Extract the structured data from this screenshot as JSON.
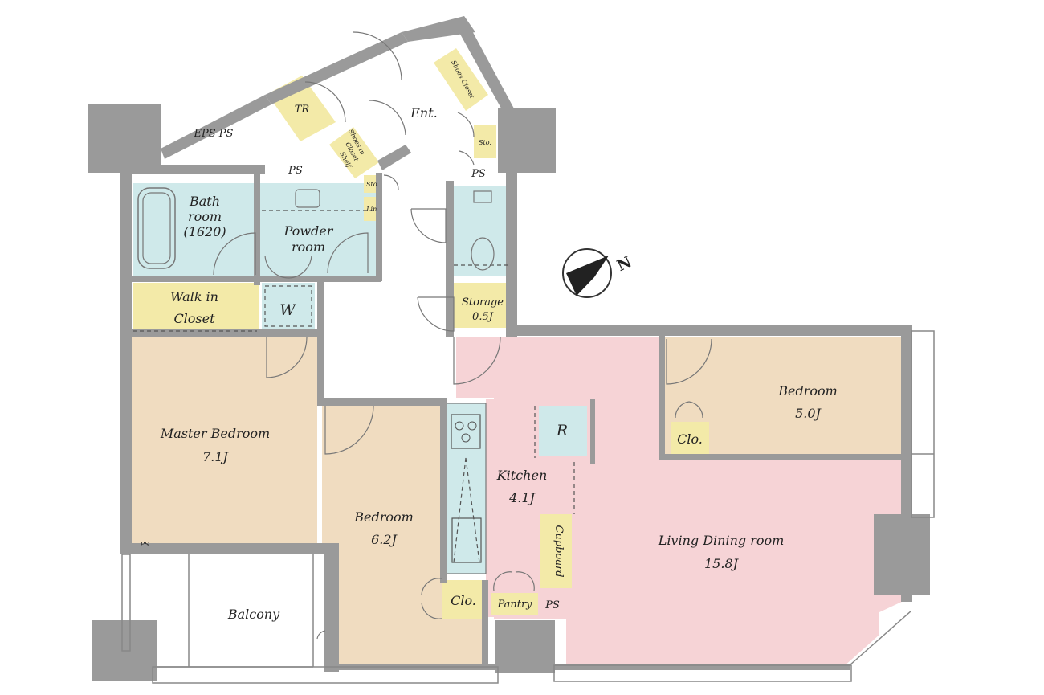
{
  "colors": {
    "bedroom": "#f0dcc0",
    "living": "#f6d3d6",
    "wet": "#cfe9ea",
    "storage": "#f3eaa8",
    "wall": "#9a9a9a"
  },
  "icons": {
    "north": "north-arrow-icon"
  },
  "labels": {
    "eps_ps": "EPS PS",
    "tr": "TR",
    "ent": "Ent.",
    "shoes_closet": "Shoes Closet",
    "shoes_in_closet_1": "Shoes in",
    "shoes_in_closet_2": "Closet",
    "shelf": "Shelf",
    "sto_a": "Sto.",
    "sto_b": "Sto.",
    "lin": "Lin.",
    "ps_a": "PS",
    "ps_b": "PS",
    "ps_c": "PS",
    "ps_d": "PS",
    "bath_1": "Bath",
    "bath_2": "room",
    "bath_3": "(1620)",
    "powder_1": "Powder",
    "powder_2": "room",
    "walk_in_1": "Walk in",
    "walk_in_2": "Closet",
    "w": "W",
    "storage_1": "Storage",
    "storage_2": "0.5J",
    "north": "N",
    "bedroom_ne_1": "Bedroom",
    "bedroom_ne_2": "5.0J",
    "clo_a": "Clo.",
    "r": "R",
    "master_1": "Master Bedroom",
    "master_2": "7.1J",
    "kitchen_1": "Kitchen",
    "kitchen_2": "4.1J",
    "cupboard": "Cupboard",
    "bedroom_mid_1": "Bedroom",
    "bedroom_mid_2": "6.2J",
    "living_1": "Living Dining room",
    "living_2": "15.8J",
    "clo_b": "Clo.",
    "pantry": "Pantry",
    "balcony": "Balcony"
  }
}
